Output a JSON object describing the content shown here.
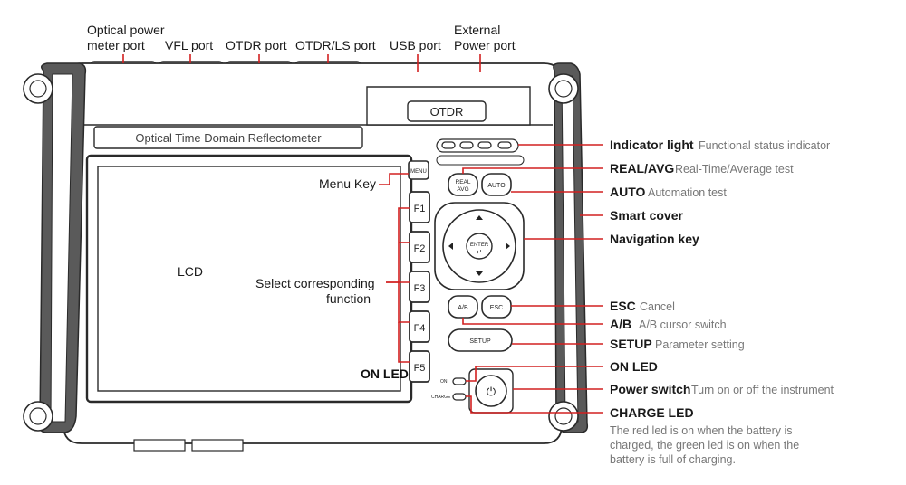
{
  "top_labels": {
    "optical_power_line1": "Optical power",
    "optical_power_line2": "meter port",
    "vfl": "VFL port",
    "otdr": "OTDR port",
    "otdr_ls": "OTDR/LS port",
    "usb": "USB port",
    "external_line1": "External",
    "external_line2": "Power port"
  },
  "device": {
    "brand_label": "OTDR",
    "banner": "Optical Time Domain Reflectometer",
    "lcd": "LCD",
    "menu_key": "MENU",
    "f_keys": [
      "F1",
      "F2",
      "F3",
      "F4",
      "F5"
    ],
    "real_avg_line1": "REAL",
    "real_avg_line2": "AVG",
    "auto_key": "AUTO",
    "enter_line1": "ENTER",
    "enter_line2": "↵",
    "ab_key": "A/B",
    "esc_key": "ESC",
    "setup_key": "SETUP",
    "on_small": "ON",
    "charge_small": "CHARGE",
    "power_symbol": "⏻"
  },
  "inline_labels": {
    "menu_key": "Menu Key",
    "select_line1": "Select corresponding",
    "select_line2": "function",
    "on_led": "ON LED"
  },
  "callouts": [
    {
      "name": "Indicator light",
      "desc": "Functional status indicator"
    },
    {
      "name": "REAL/AVG",
      "desc": "Real-Time/Average test"
    },
    {
      "name": "AUTO",
      "desc": "Automation test"
    },
    {
      "name": "Smart cover",
      "desc": ""
    },
    {
      "name": "Navigation key",
      "desc": ""
    },
    {
      "name": "ESC",
      "desc": "Cancel"
    },
    {
      "name": "A/B",
      "desc": "A/B cursor switch"
    },
    {
      "name": "SETUP",
      "desc": "Parameter setting"
    },
    {
      "name": "ON LED",
      "desc": ""
    },
    {
      "name": "Power switch",
      "desc": "Turn on or off the instrument"
    },
    {
      "name": "CHARGE LED",
      "desc": ""
    }
  ],
  "charge_note": [
    "The red led is on when the battery is",
    "charged, the green led is on when the",
    "battery is full of charging."
  ],
  "colors": {
    "leader": "#d22020",
    "outline": "#2a2a2a",
    "bumper": "#5a5a5a"
  }
}
